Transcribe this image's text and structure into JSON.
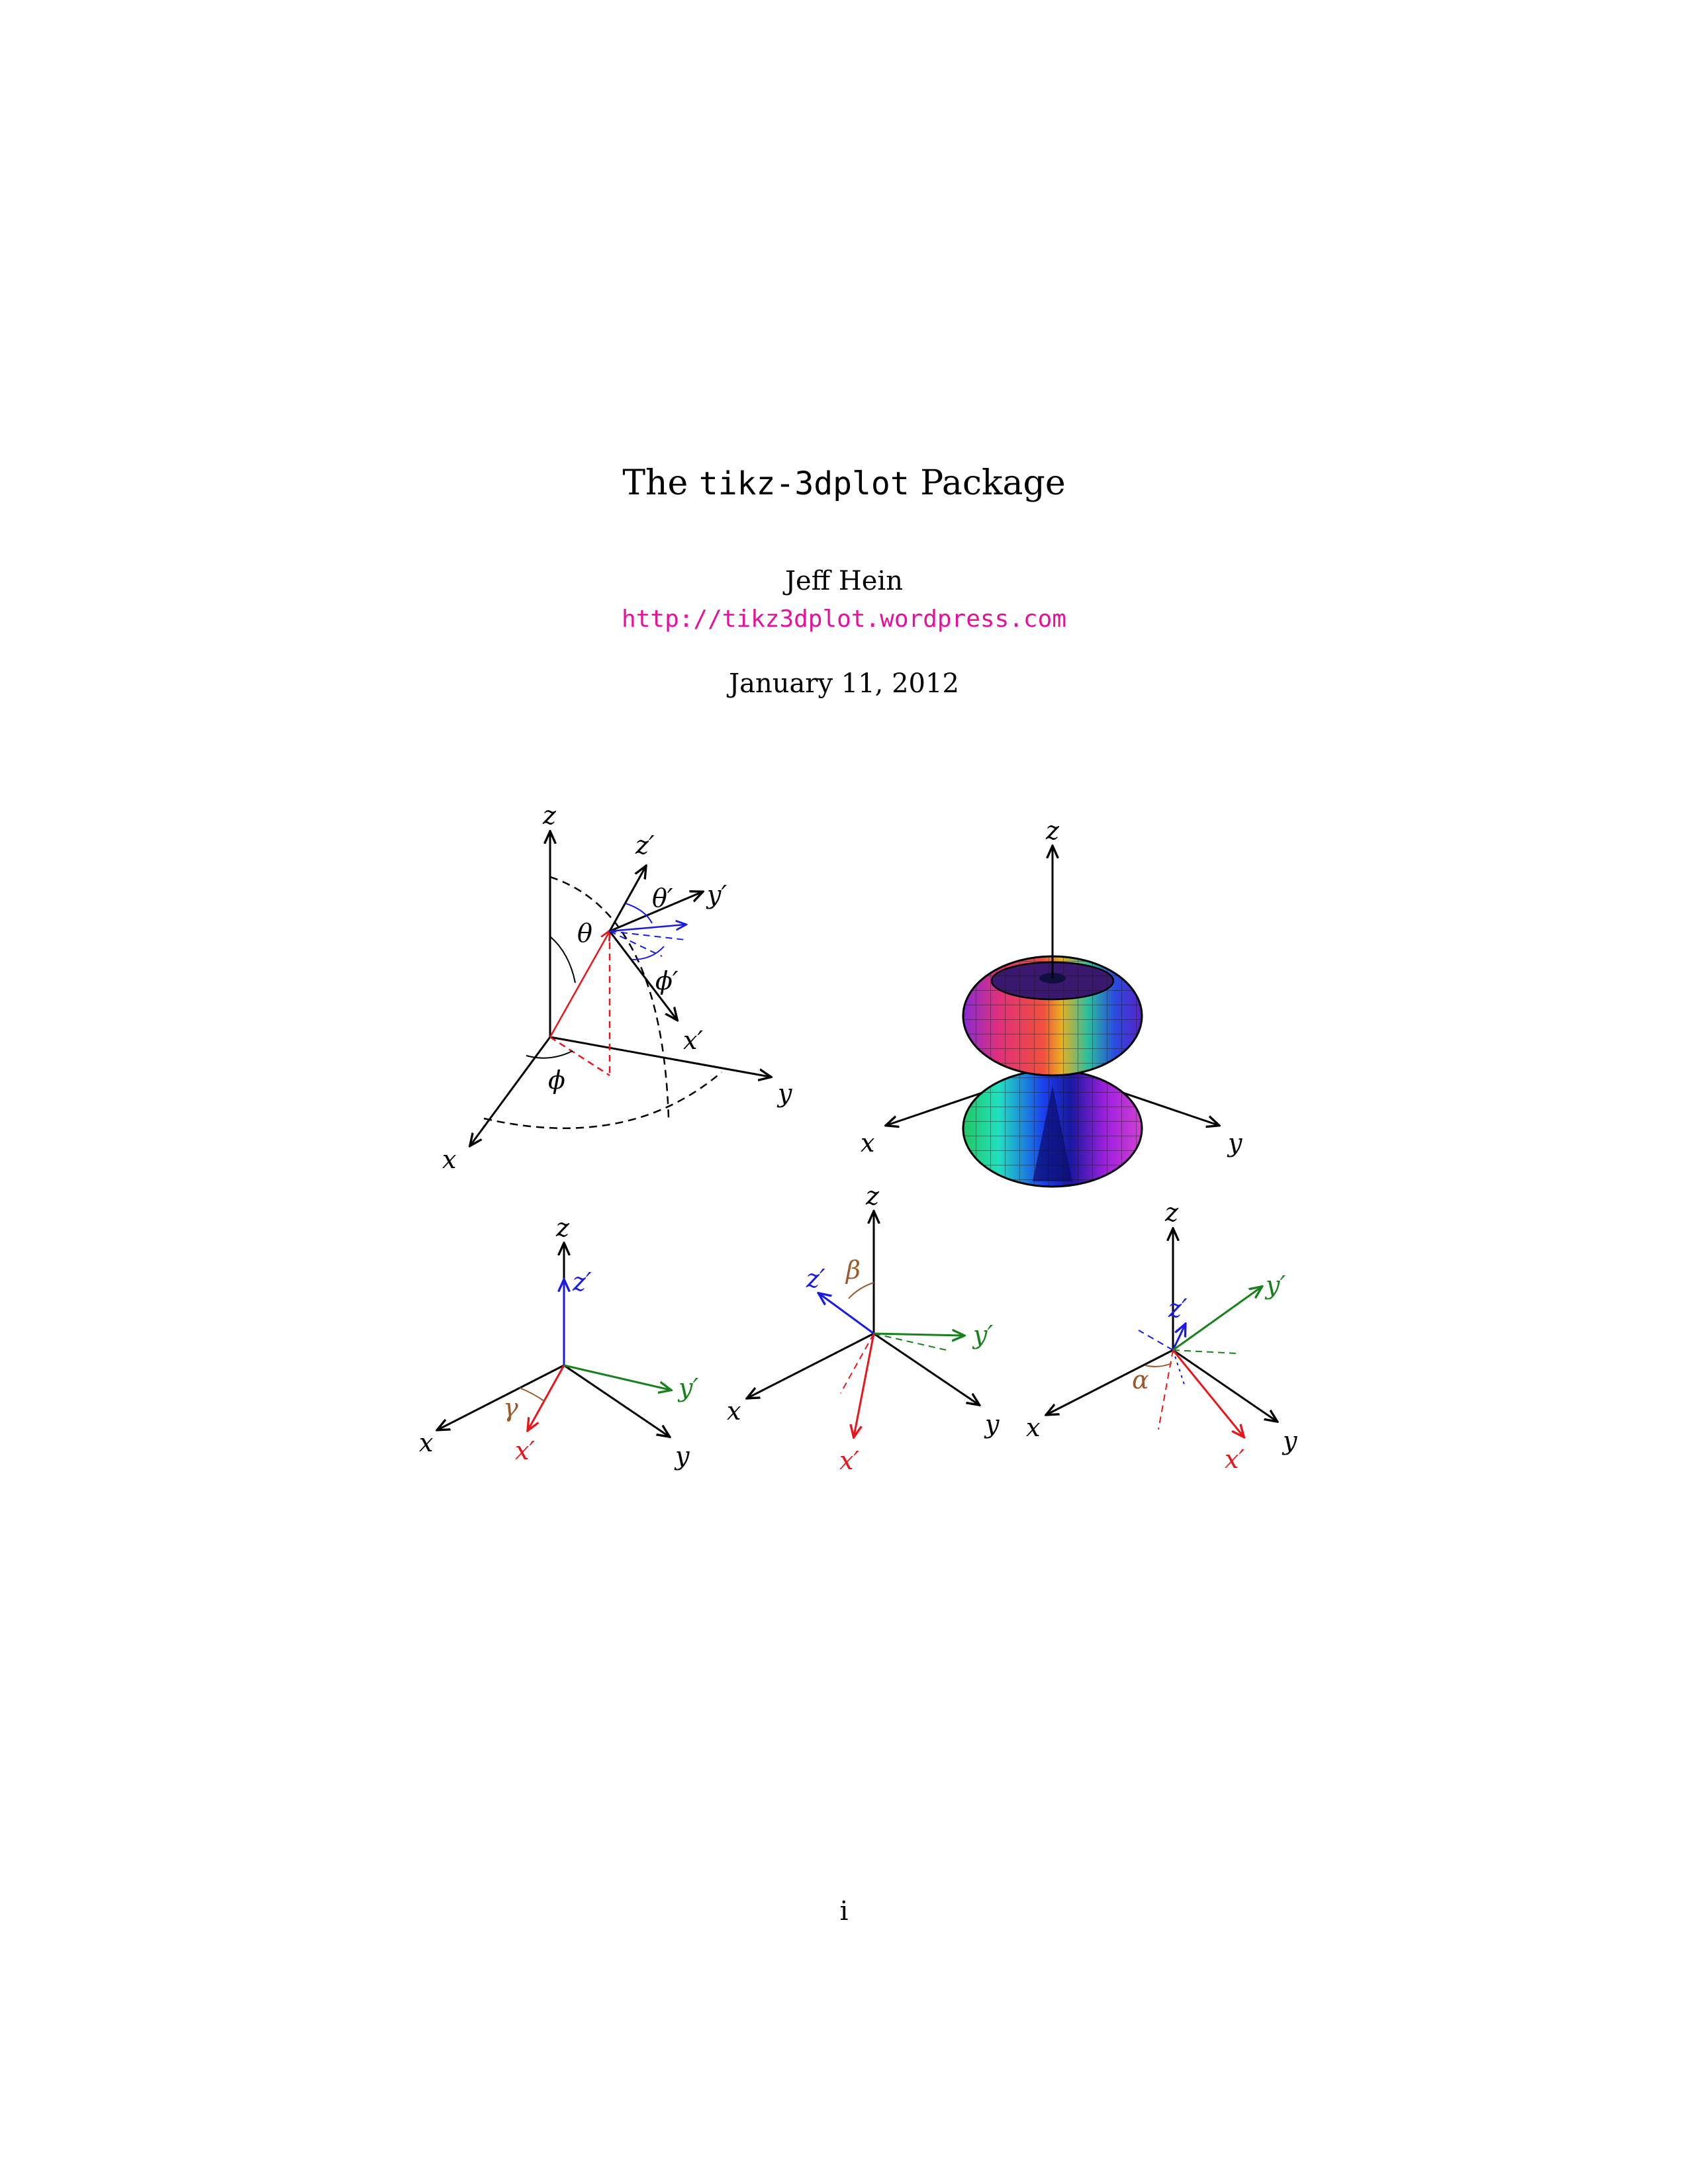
{
  "document": {
    "title_prefix": "The ",
    "title_code": "tikz-3dplot",
    "title_suffix": " Package",
    "author": "Jeff Hein",
    "url": "http://tikz3dplot.wordpress.com",
    "date": "January 11, 2012",
    "page_number": "i"
  },
  "colors": {
    "link": "#e6109c",
    "x_prime": "#e8161b",
    "y_prime": "#17821b",
    "z_prime": "#1a1ae6",
    "angle": "#9c5a2c"
  },
  "figures": {
    "spherical": {
      "x": "x",
      "y": "y",
      "z": "z",
      "x_prime": "x′",
      "y_prime": "y′",
      "z_prime": "z′",
      "theta": "θ",
      "phi": "ϕ",
      "theta_prime": "θ′",
      "phi_prime": "ϕ′"
    },
    "dipole": {
      "x": "x",
      "y": "y",
      "z": "z"
    },
    "rotation_gamma": {
      "x": "x",
      "y": "y",
      "z": "z",
      "x_prime": "x′",
      "y_prime": "y′",
      "z_prime": "z′",
      "angle": "γ"
    },
    "rotation_beta": {
      "x": "x",
      "y": "y",
      "z": "z",
      "x_prime": "x′",
      "y_prime": "y′",
      "z_prime": "z′",
      "angle": "β"
    },
    "rotation_alpha": {
      "x": "x",
      "y": "y",
      "z": "z",
      "x_prime": "x′",
      "y_prime": "y′",
      "z_prime": "z′",
      "angle": "α"
    }
  }
}
